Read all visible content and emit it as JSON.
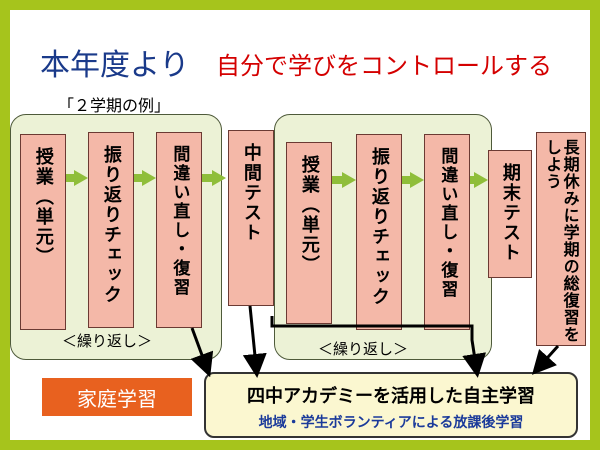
{
  "title": {
    "main": "本年度より",
    "sub": "自分で学びをコントロールする"
  },
  "example_label": "「２学期の例」",
  "group1": {
    "steps": [
      "授業（単元）",
      "振り返りチェック",
      "間違い直し・復習"
    ],
    "repeat_label": "＜繰り返し＞"
  },
  "midterm": "中間テスト",
  "group2": {
    "steps": [
      "授業（単元）",
      "振り返りチェック",
      "間違い直し・復習"
    ],
    "repeat_label": "＜繰り返し＞"
  },
  "final_test": "期末テスト",
  "long_break": "長期休みに学期の総復習をしよう",
  "home_study": "家庭学習",
  "academy": {
    "main": "四中アカデミーを活用した自主学習",
    "sub": "地域・学生ボランティアによる放課後学習"
  },
  "colors": {
    "frame": "#a6c41c",
    "title_main": "#1a3a8a",
    "title_sub": "#d40000",
    "step_fill": "#f4b8a8",
    "group_fill": "#ecf2d6",
    "flow_arrow": "#8fbe3a",
    "home_study_fill": "#e8611f",
    "academy_fill": "#fbf7d0",
    "academy_sub_text": "#1a3a9a"
  }
}
